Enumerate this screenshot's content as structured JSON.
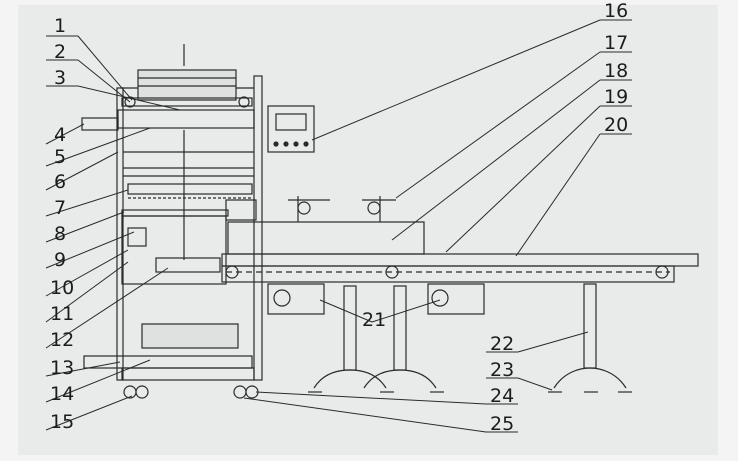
{
  "figure": {
    "background": "#f4f4f4",
    "paper": "#e9ebeb",
    "ink": "#2a2a2a",
    "labels": [
      "1",
      "2",
      "3",
      "4",
      "5",
      "6",
      "7",
      "8",
      "9",
      "10",
      "11",
      "12",
      "13",
      "14",
      "15",
      "16",
      "17",
      "18",
      "19",
      "20",
      "21",
      "22",
      "23",
      "24",
      "25"
    ]
  }
}
